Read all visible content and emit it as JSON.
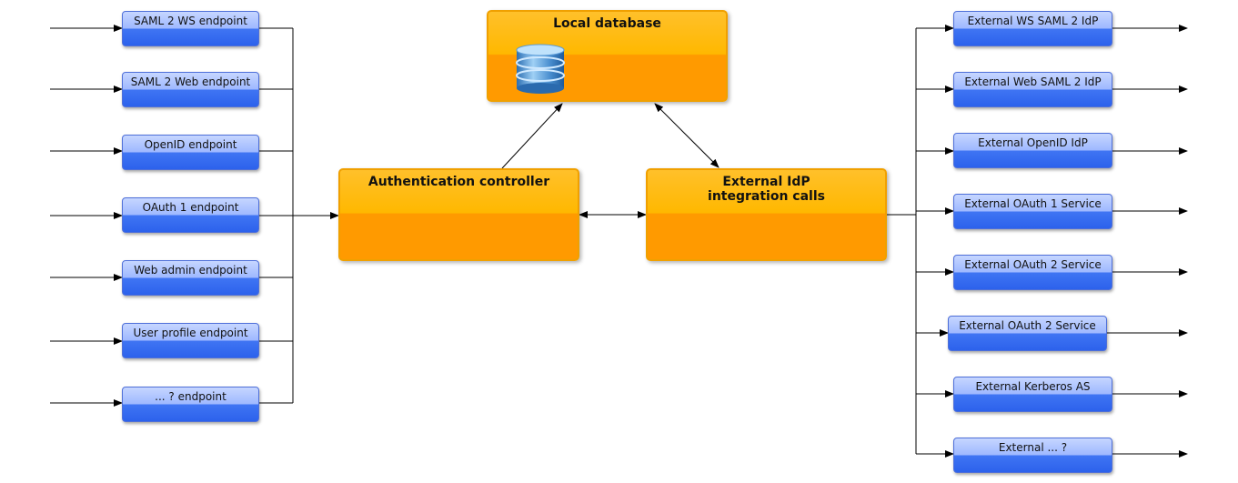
{
  "left_endpoints": [
    {
      "label": "SAML 2 WS endpoint"
    },
    {
      "label": "SAML 2 Web endpoint"
    },
    {
      "label": "OpenID endpoint"
    },
    {
      "label": "OAuth 1 endpoint"
    },
    {
      "label": "Web admin endpoint"
    },
    {
      "label": "User profile endpoint"
    },
    {
      "label": "... ? endpoint"
    }
  ],
  "right_idps": [
    {
      "label": "External WS SAML 2 IdP"
    },
    {
      "label": "External Web SAML 2 IdP"
    },
    {
      "label": "External OpenID IdP"
    },
    {
      "label": "External OAuth 1 Service"
    },
    {
      "label": "External OAuth 2 Service"
    },
    {
      "label": "External OAuth 2 Service"
    },
    {
      "label": "External Kerberos AS"
    },
    {
      "label": "External ... ?"
    }
  ],
  "database": {
    "label": "Local database",
    "icon": "database-icon"
  },
  "auth_controller": {
    "label": "Authentication controller"
  },
  "external_calls": {
    "label": "External IdP integration calls"
  },
  "colors": {
    "endpoint_blue": "#3f74f3",
    "core_orange": "#ff9a00",
    "orange_border": "#f0a000",
    "connector": "#000000"
  }
}
